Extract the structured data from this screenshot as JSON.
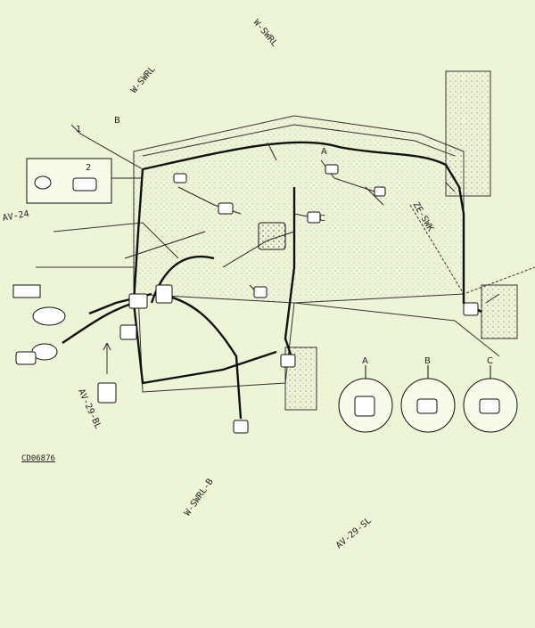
{
  "diagram": {
    "background": "#edf5d7",
    "line_color": "#1f1f1f",
    "detail_labels": [
      "A",
      "B",
      "C"
    ],
    "callouts": [
      "A",
      "B",
      "C",
      "1",
      "2"
    ],
    "part_refs": {
      "top_left": "W-SWRL",
      "top": "W-SWRL",
      "left": "AV-24",
      "bottom_center": "W-SWRL-B",
      "bottom_left": "AV-29-BL",
      "bottom_right": "AV-29-SL",
      "right": "ZE-SWK"
    },
    "drawing_id": "CD06876"
  }
}
